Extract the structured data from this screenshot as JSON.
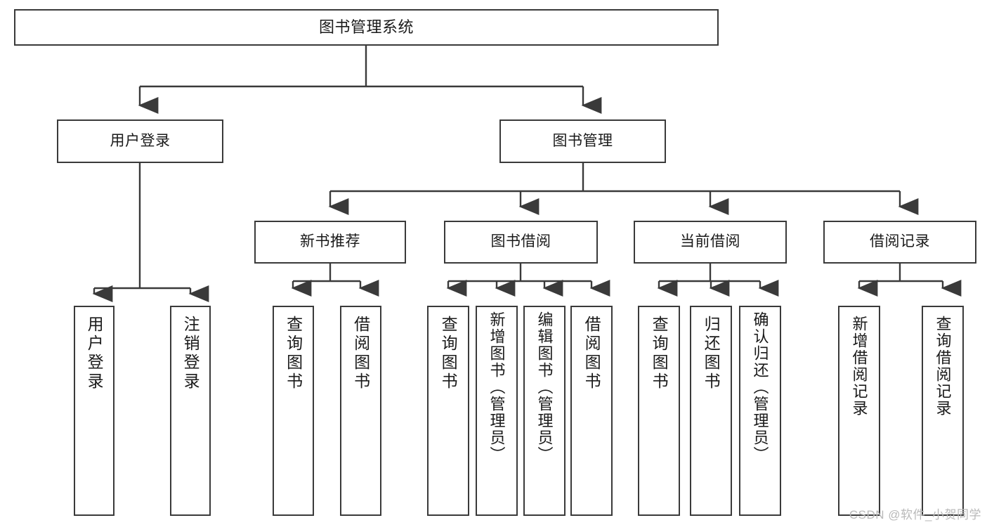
{
  "diagram": {
    "title": "图书管理系统",
    "watermark": "CSDN @软件_小贺同学",
    "line_color": "#3a3a3a",
    "box_fill": "#ffffff",
    "text_color": "#1a1a1a",
    "nodes": {
      "root": {
        "label": "图书管理系统"
      },
      "level2": [
        {
          "label": "用户登录"
        },
        {
          "label": "图书管理"
        }
      ],
      "level3": [
        {
          "label": "新书推荐"
        },
        {
          "label": "图书借阅"
        },
        {
          "label": "当前借阅"
        },
        {
          "label": "借阅记录"
        }
      ],
      "leaves": {
        "user_login": [
          {
            "label": "用户登录"
          },
          {
            "label": "注销登录"
          }
        ],
        "new_book_recommend": [
          {
            "label": "查询图书"
          },
          {
            "label": "借阅图书"
          }
        ],
        "book_borrow": [
          {
            "label": "查询图书"
          },
          {
            "label": "新增图书（管理员）"
          },
          {
            "label": "编辑图书（管理员）"
          },
          {
            "label": "借阅图书"
          }
        ],
        "current_borrow": [
          {
            "label": "查询图书"
          },
          {
            "label": "归还图书"
          },
          {
            "label": "确认归还（管理员）"
          }
        ],
        "borrow_record": [
          {
            "label": "新增借阅记录"
          },
          {
            "label": "查询借阅记录"
          }
        ]
      }
    }
  }
}
